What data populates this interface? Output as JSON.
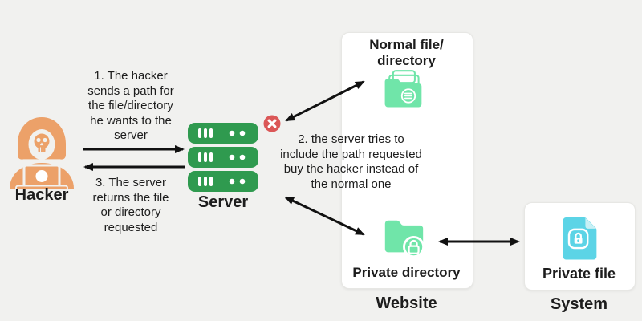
{
  "diagram": {
    "steps": {
      "step1": [
        "1. The hacker",
        "sends a path for",
        "the file/directory",
        "he wants to the",
        "server"
      ],
      "step2": [
        "2. the server tries to",
        "include the path requested",
        "buy the hacker instead of",
        "the normal one"
      ],
      "step3": [
        "3. The server",
        "returns the file",
        "or directory",
        "requested"
      ]
    },
    "nodes": {
      "hacker_label": "Hacker",
      "server_label": "Server",
      "website_label": "Website",
      "system_label": "System",
      "normal_file_lines": [
        "Normal file/",
        "directory"
      ],
      "private_directory_label": "Private directory",
      "private_file_label": "Private file"
    },
    "icons": {
      "hacker": "hacker-hooded-skull-laptop",
      "server": "server-rack-3-units",
      "error": "red-circle-x",
      "normal_folder": "green-folder-list",
      "private_folder": "green-folder-lock",
      "private_file": "cyan-file-lock"
    },
    "colors": {
      "background": "#f1f1ef",
      "hacker_orange": "#eca169",
      "server_green": "#2f9a4f",
      "folder_green": "#70e5a9",
      "file_cyan": "#5cd4e6",
      "error_red": "#db5757",
      "arrow_black": "#111111",
      "text": "#1d1d1d",
      "card_background": "#ffffff",
      "card_border": "#e7e7e4"
    }
  }
}
